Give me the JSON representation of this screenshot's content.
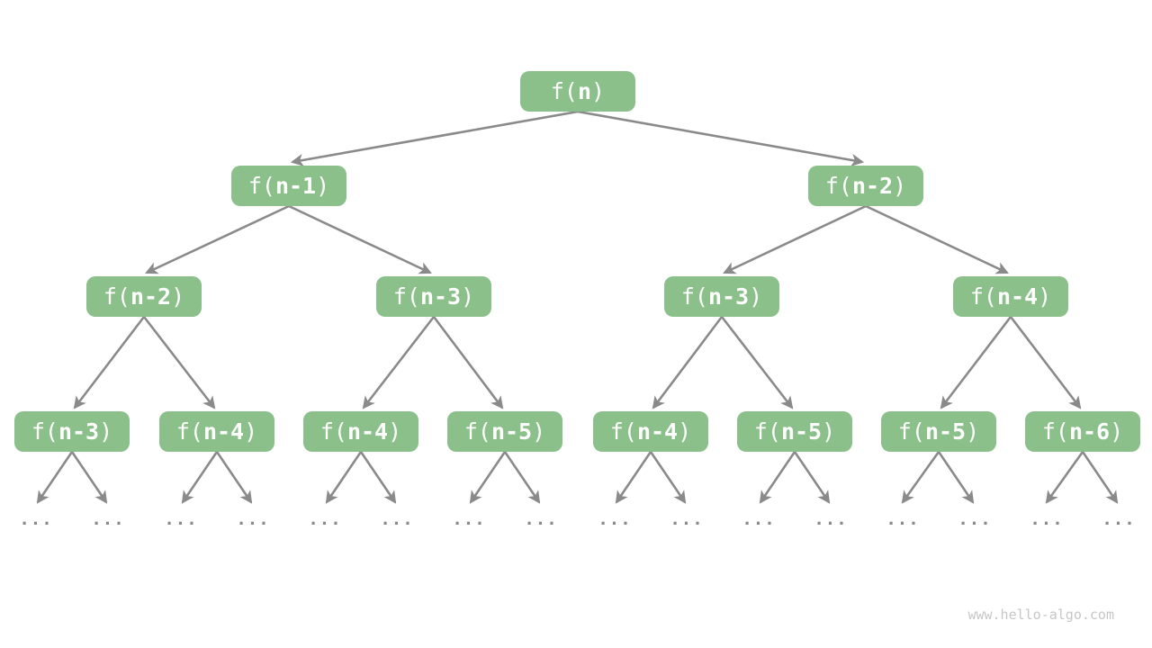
{
  "diagram": {
    "title_hint": "recursion-tree",
    "colors": {
      "node_fill": "#8bc08b",
      "node_text": "#ffffff",
      "arrow": "#8a8a8a",
      "ellipsis": "#8a8a8a",
      "watermark": "#c6c6c6",
      "background": "#ffffff"
    },
    "ellipsis": "...",
    "watermark": "www.hello-algo.com",
    "levels": [
      {
        "nodes": [
          {
            "pre": "f(",
            "mid": "n",
            "post": ")"
          }
        ]
      },
      {
        "nodes": [
          {
            "pre": "f(",
            "mid": "n-1",
            "post": ")"
          },
          {
            "pre": "f(",
            "mid": "n-2",
            "post": ")"
          }
        ]
      },
      {
        "nodes": [
          {
            "pre": "f(",
            "mid": "n-2",
            "post": ")"
          },
          {
            "pre": "f(",
            "mid": "n-3",
            "post": ")"
          },
          {
            "pre": "f(",
            "mid": "n-3",
            "post": ")"
          },
          {
            "pre": "f(",
            "mid": "n-4",
            "post": ")"
          }
        ]
      },
      {
        "nodes": [
          {
            "pre": "f(",
            "mid": "n-3",
            "post": ")"
          },
          {
            "pre": "f(",
            "mid": "n-4",
            "post": ")"
          },
          {
            "pre": "f(",
            "mid": "n-4",
            "post": ")"
          },
          {
            "pre": "f(",
            "mid": "n-5",
            "post": ")"
          },
          {
            "pre": "f(",
            "mid": "n-4",
            "post": ")"
          },
          {
            "pre": "f(",
            "mid": "n-5",
            "post": ")"
          },
          {
            "pre": "f(",
            "mid": "n-5",
            "post": ")"
          },
          {
            "pre": "f(",
            "mid": "n-6",
            "post": ")"
          }
        ]
      }
    ]
  }
}
